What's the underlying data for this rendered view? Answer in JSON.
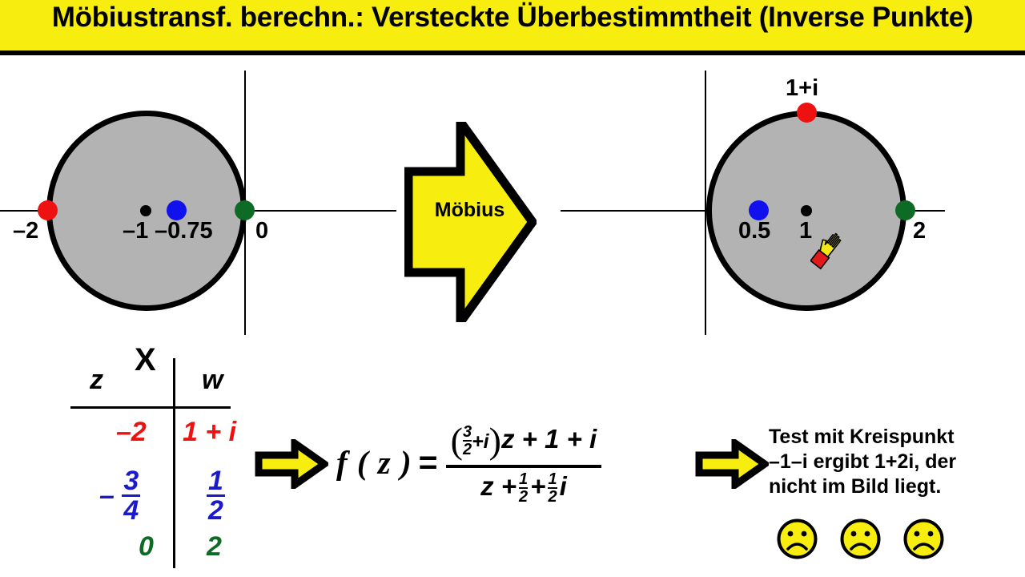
{
  "title": "Möbiustransf. berechn.: Versteckte Überbestimmtheit (Inverse Punkte)",
  "colors": {
    "banner": "#f7ee10",
    "arrow_fill": "#f7ee10",
    "disc_fill": "#b3b3b3",
    "red": "#ee1111",
    "blue": "#1111ee",
    "green": "#0d6b26",
    "black": "#000000"
  },
  "left_plot": {
    "name": "z-plane",
    "points": [
      {
        "label": "–2",
        "color": "red"
      },
      {
        "label": "–1",
        "color": "black"
      },
      {
        "label": "–0.75",
        "color": "blue"
      },
      {
        "label": "0",
        "color": "green"
      }
    ],
    "mark": "X"
  },
  "right_plot": {
    "name": "w-plane",
    "points": [
      {
        "label": "1+i",
        "color": "red"
      },
      {
        "label": "0.5",
        "color": "blue"
      },
      {
        "label": "1",
        "color": "black"
      },
      {
        "label": "2",
        "color": "green"
      }
    ],
    "cursor": "hand-cursor"
  },
  "mobius_arrow": {
    "label": "Möbius"
  },
  "table": {
    "headers": [
      "z",
      "w"
    ],
    "rows": [
      {
        "z": "–2",
        "w": "1 + i",
        "color": "red"
      },
      {
        "z_sign": "–",
        "z_num": "3",
        "z_den": "4",
        "w_num": "1",
        "w_den": "2",
        "color": "blue"
      },
      {
        "z": "0",
        "w": "2",
        "color": "green"
      }
    ]
  },
  "formula": {
    "lhs": "f ( z )",
    "equals": "=",
    "numerator_prefix": "(",
    "numerator_frac_num": "3",
    "numerator_frac_den": "2",
    "numerator_mid": "+i",
    "numerator_suffix": ")",
    "numerator_tail": "z + 1 + i",
    "denominator_lead": "z +",
    "denominator_frac1_num": "1",
    "denominator_frac1_den": "2",
    "denominator_mid": "+",
    "denominator_frac2_num": "1",
    "denominator_frac2_den": "2",
    "denominator_tail": "i"
  },
  "note": {
    "line1": "Test mit Kreispunkt",
    "line2": "–1–i ergibt 1+2i, der",
    "line3": "nicht im Bild liegt.",
    "faces": [
      "sad-face",
      "sad-face",
      "sad-face"
    ]
  }
}
